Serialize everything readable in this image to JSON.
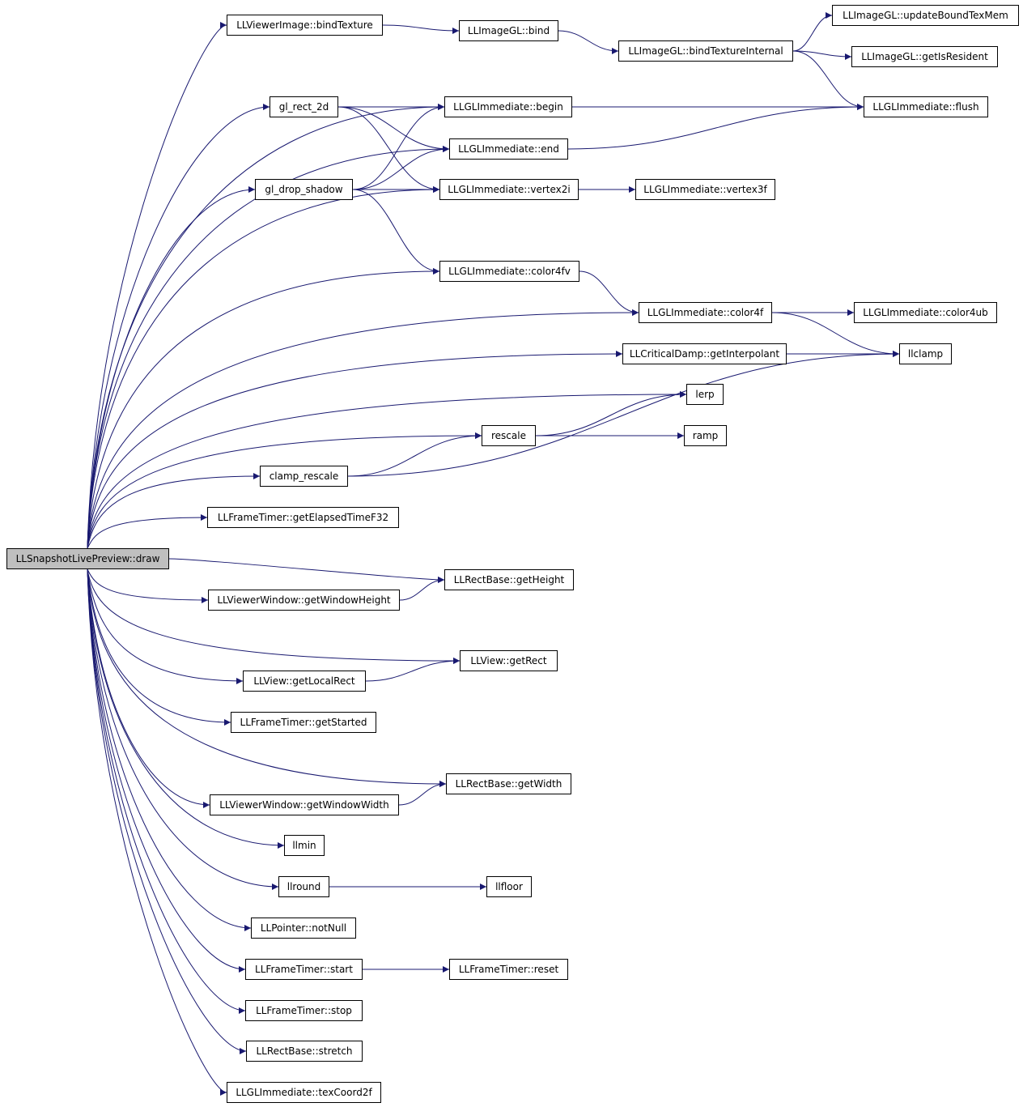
{
  "graph": {
    "edge_color": "#191970",
    "root_fill": "#bfbfbf",
    "node_fill": "#ffffff",
    "border_color": "#000000",
    "nodes": [
      {
        "id": "draw",
        "label": "LLSnapshotLivePreview::draw",
        "root": true
      },
      {
        "id": "bindTexture",
        "label": "LLViewerImage::bindTexture"
      },
      {
        "id": "glbind",
        "label": "LLImageGL::bind"
      },
      {
        "id": "bindTexInt",
        "label": "LLImageGL::bindTextureInternal"
      },
      {
        "id": "updateBTM",
        "label": "LLImageGL::updateBoundTexMem"
      },
      {
        "id": "getIsResident",
        "label": "LLImageGL::getIsResident"
      },
      {
        "id": "flush",
        "label": "LLGLImmediate::flush"
      },
      {
        "id": "glrect2d",
        "label": "gl_rect_2d"
      },
      {
        "id": "begin",
        "label": "LLGLImmediate::begin"
      },
      {
        "id": "end",
        "label": "LLGLImmediate::end"
      },
      {
        "id": "gldropshadow",
        "label": "gl_drop_shadow"
      },
      {
        "id": "vertex2i",
        "label": "LLGLImmediate::vertex2i"
      },
      {
        "id": "vertex3f",
        "label": "LLGLImmediate::vertex3f"
      },
      {
        "id": "color4fv",
        "label": "LLGLImmediate::color4fv"
      },
      {
        "id": "color4f",
        "label": "LLGLImmediate::color4f"
      },
      {
        "id": "color4ub",
        "label": "LLGLImmediate::color4ub"
      },
      {
        "id": "getInterp",
        "label": "LLCriticalDamp::getInterpolant"
      },
      {
        "id": "llclamp",
        "label": "llclamp"
      },
      {
        "id": "lerp",
        "label": "lerp"
      },
      {
        "id": "rescale",
        "label": "rescale"
      },
      {
        "id": "ramp",
        "label": "ramp"
      },
      {
        "id": "clamprescale",
        "label": "clamp_rescale"
      },
      {
        "id": "getElapsed",
        "label": "LLFrameTimer::getElapsedTimeF32"
      },
      {
        "id": "getHeight",
        "label": "LLRectBase::getHeight"
      },
      {
        "id": "getWinHeight",
        "label": "LLViewerWindow::getWindowHeight"
      },
      {
        "id": "getRect",
        "label": "LLView::getRect"
      },
      {
        "id": "getLocalRect",
        "label": "LLView::getLocalRect"
      },
      {
        "id": "getStarted",
        "label": "LLFrameTimer::getStarted"
      },
      {
        "id": "getWidth",
        "label": "LLRectBase::getWidth"
      },
      {
        "id": "getWinWidth",
        "label": "LLViewerWindow::getWindowWidth"
      },
      {
        "id": "llmin",
        "label": "llmin"
      },
      {
        "id": "llround",
        "label": "llround"
      },
      {
        "id": "llfloor",
        "label": "llfloor"
      },
      {
        "id": "notNull",
        "label": "LLPointer::notNull"
      },
      {
        "id": "ftstart",
        "label": "LLFrameTimer::start"
      },
      {
        "id": "ftreset",
        "label": "LLFrameTimer::reset"
      },
      {
        "id": "ftstop",
        "label": "LLFrameTimer::stop"
      },
      {
        "id": "stretch",
        "label": "LLRectBase::stretch"
      },
      {
        "id": "texCoord2f",
        "label": "LLGLImmediate::texCoord2f"
      }
    ],
    "edges": [
      [
        "draw",
        "bindTexture"
      ],
      [
        "draw",
        "begin"
      ],
      [
        "draw",
        "glrect2d"
      ],
      [
        "draw",
        "end"
      ],
      [
        "draw",
        "gldropshadow"
      ],
      [
        "draw",
        "vertex2i"
      ],
      [
        "draw",
        "color4fv"
      ],
      [
        "draw",
        "color4f"
      ],
      [
        "draw",
        "getInterp"
      ],
      [
        "draw",
        "lerp"
      ],
      [
        "draw",
        "rescale"
      ],
      [
        "draw",
        "clamprescale"
      ],
      [
        "draw",
        "getElapsed"
      ],
      [
        "draw",
        "getHeight"
      ],
      [
        "draw",
        "getWinHeight"
      ],
      [
        "draw",
        "getRect"
      ],
      [
        "draw",
        "getLocalRect"
      ],
      [
        "draw",
        "getStarted"
      ],
      [
        "draw",
        "getWidth"
      ],
      [
        "draw",
        "getWinWidth"
      ],
      [
        "draw",
        "llmin"
      ],
      [
        "draw",
        "llround"
      ],
      [
        "draw",
        "notNull"
      ],
      [
        "draw",
        "ftstart"
      ],
      [
        "draw",
        "ftstop"
      ],
      [
        "draw",
        "stretch"
      ],
      [
        "draw",
        "texCoord2f"
      ],
      [
        "bindTexture",
        "glbind"
      ],
      [
        "glbind",
        "bindTexInt"
      ],
      [
        "bindTexInt",
        "updateBTM"
      ],
      [
        "bindTexInt",
        "getIsResident"
      ],
      [
        "bindTexInt",
        "flush"
      ],
      [
        "begin",
        "flush"
      ],
      [
        "end",
        "flush"
      ],
      [
        "glrect2d",
        "begin"
      ],
      [
        "glrect2d",
        "end"
      ],
      [
        "glrect2d",
        "vertex2i"
      ],
      [
        "gldropshadow",
        "begin"
      ],
      [
        "gldropshadow",
        "end"
      ],
      [
        "gldropshadow",
        "vertex2i"
      ],
      [
        "gldropshadow",
        "color4fv"
      ],
      [
        "vertex2i",
        "vertex3f"
      ],
      [
        "color4fv",
        "color4f"
      ],
      [
        "color4f",
        "color4ub"
      ],
      [
        "color4f",
        "llclamp"
      ],
      [
        "getInterp",
        "llclamp"
      ],
      [
        "rescale",
        "lerp"
      ],
      [
        "rescale",
        "ramp"
      ],
      [
        "clamprescale",
        "rescale"
      ],
      [
        "clamprescale",
        "llclamp"
      ],
      [
        "getLocalRect",
        "getRect"
      ],
      [
        "getWinHeight",
        "getHeight"
      ],
      [
        "getWinWidth",
        "getWidth"
      ],
      [
        "llround",
        "llfloor"
      ],
      [
        "ftstart",
        "ftreset"
      ]
    ]
  }
}
